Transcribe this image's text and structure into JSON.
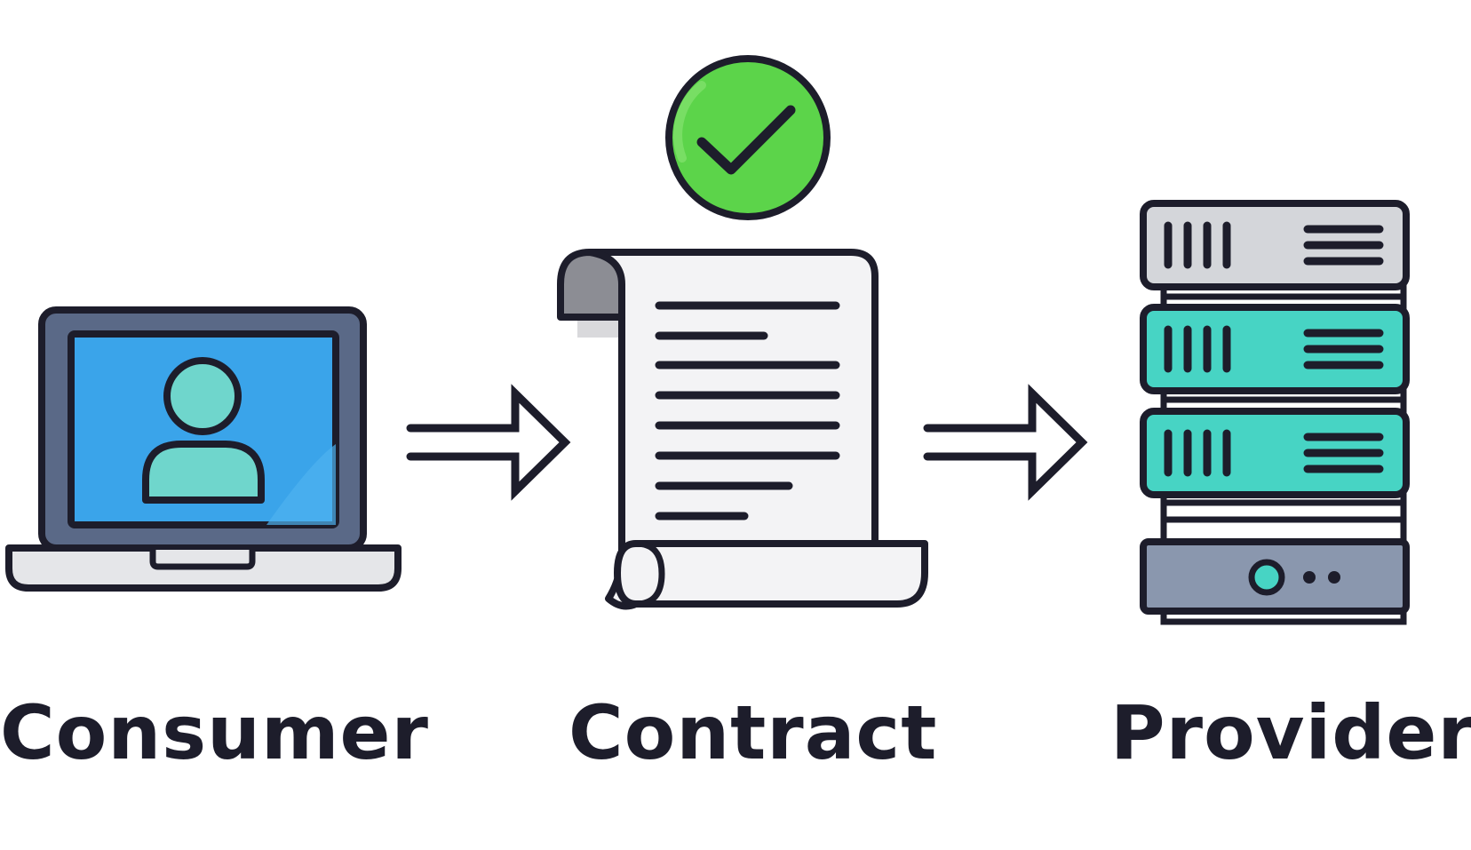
{
  "nodes": {
    "consumer": {
      "label": "Consumer",
      "icon": "laptop-user-icon"
    },
    "contract": {
      "label": "Contract",
      "icon": "contract-document-icon",
      "badge_icon": "check-circle-icon"
    },
    "provider": {
      "label": "Provider",
      "icon": "server-stack-icon"
    }
  },
  "arrows": [
    {
      "from": "consumer",
      "to": "contract",
      "icon": "arrow-right-icon"
    },
    {
      "from": "contract",
      "to": "provider",
      "icon": "arrow-right-icon"
    }
  ],
  "colors": {
    "outline": "#1d1d2b",
    "screen_blue": "#3aa4ea",
    "user_teal": "#6fd6cc",
    "check_green": "#5cd44a",
    "server_teal": "#47d4c4",
    "server_gray": "#d4d6da",
    "base_slate": "#8a97ae"
  }
}
